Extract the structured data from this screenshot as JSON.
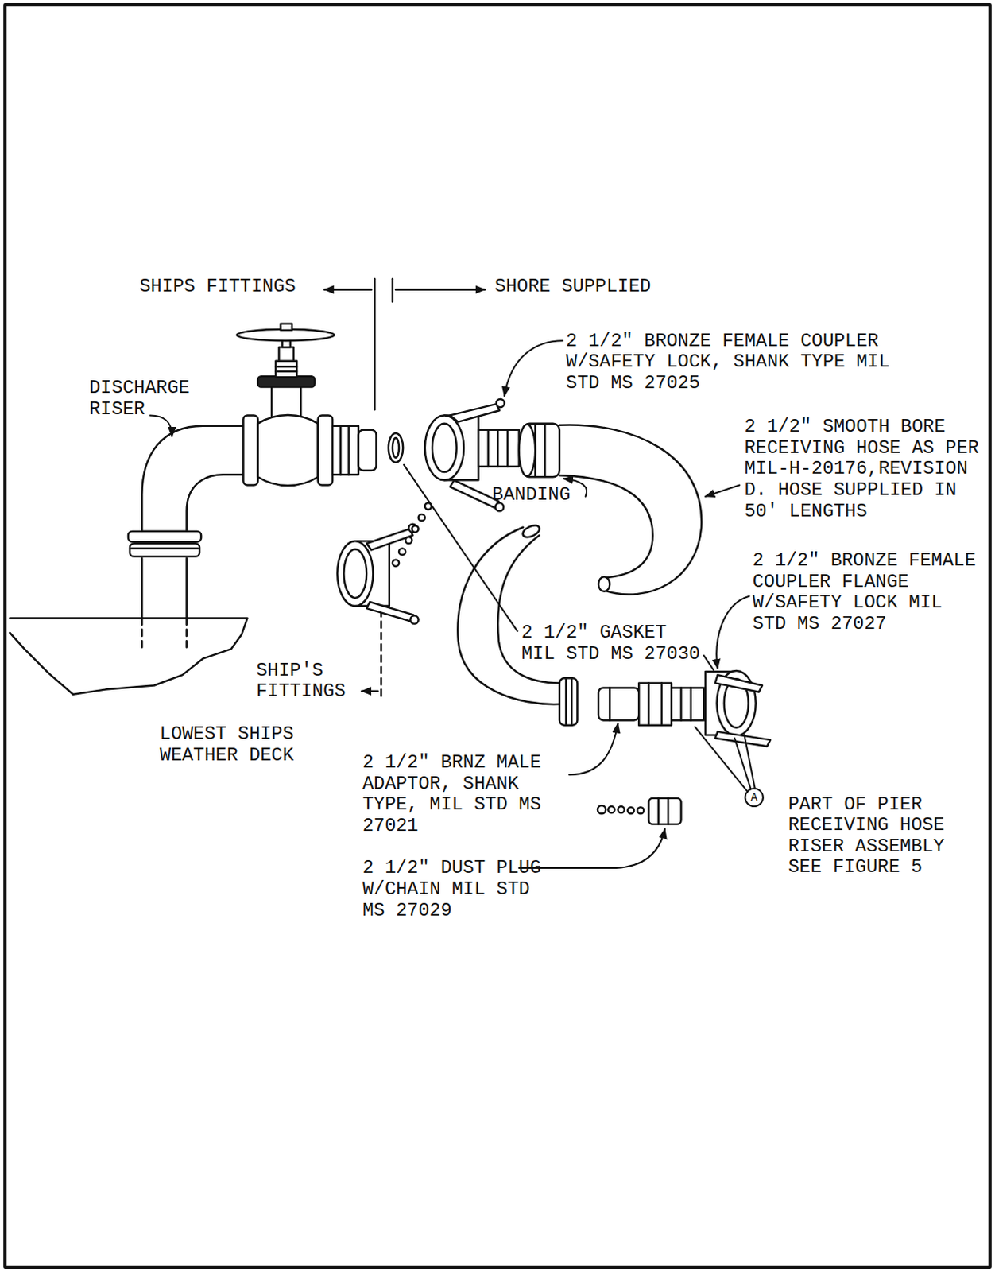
{
  "diagram": {
    "labels": [
      "SHIPS FITTINGS",
      "SHORE SUPPLIED",
      "2 1/2\" BRONZE FEMALE COUPLER W/SAFETY LOCK, SHANK TYPE MIL STD MS 27025",
      "DISCHARGE RISER",
      "2 1/2\" SMOOTH BORE RECEIVING HOSE AS PER MIL-H-20176,REVISION D. HOSE SUPPLIED IN 50' LENGTHS",
      "BANDING",
      "2 1/2\" BRONZE FEMALE COUPLER FLANGE W/SAFETY LOCK MIL STD MS 27027",
      "2 1/2\" GASKET MIL STD MS 27030",
      "SHIP'S FITTINGS",
      "LOWEST SHIPS WEATHER DECK",
      "2 1/2\" BRNZ MALE ADAPTOR, SHANK TYPE, MIL STD MS 27021",
      "PART OF PIER RECEIVING HOSE RISER ASSEMBLY SEE FIGURE 5",
      "2 1/2\" DUST PLUG W/CHAIN MIL STD MS 27029",
      "A"
    ]
  }
}
